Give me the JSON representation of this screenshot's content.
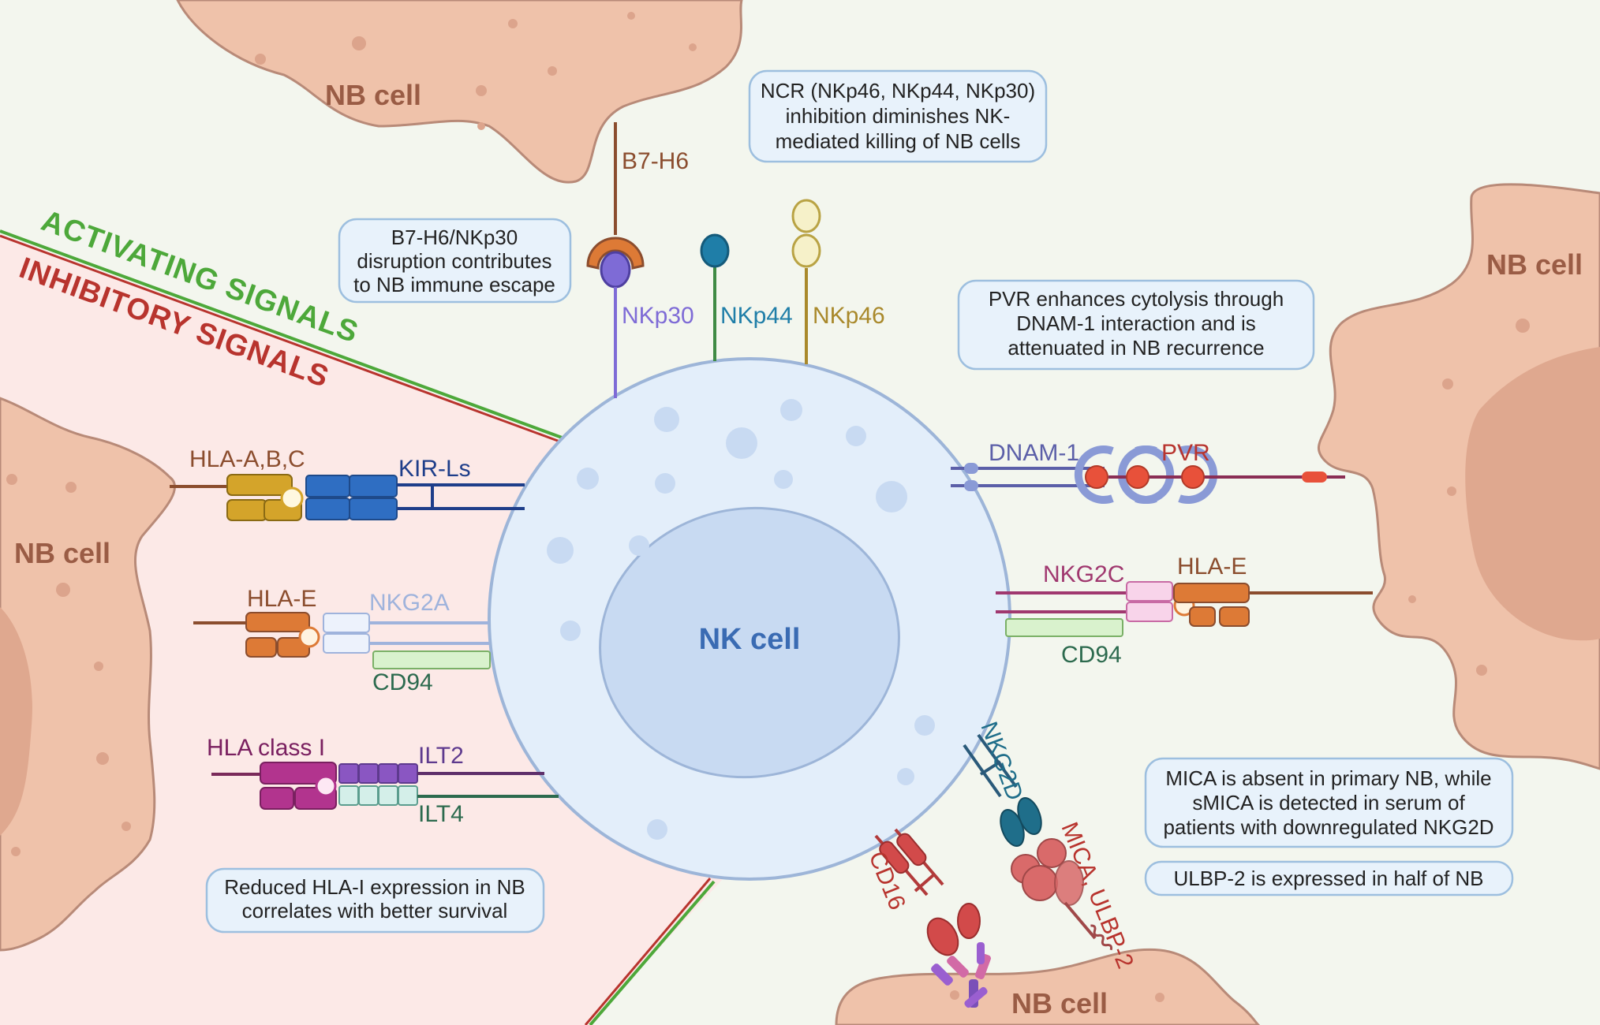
{
  "cells": {
    "nk": "NK cell",
    "nb_top": "NB cell",
    "nb_left": "NB cell",
    "nb_right": "NB cell",
    "nb_bottom": "NB cell"
  },
  "signals": {
    "activating": "ACTIVATING SIGNALS",
    "inhibitory": "INHIBITORY SIGNALS"
  },
  "receptors": {
    "b7h6": "B7-H6",
    "nkp30": "NKp30",
    "nkp44": "NKp44",
    "nkp46": "NKp46",
    "hla_abc": "HLA-A,B,C",
    "kir_ls": "KIR-Ls",
    "hla_e_left": "HLA-E",
    "nkg2a": "NKG2A",
    "cd94_left": "CD94",
    "hla_class1": "HLA class I",
    "ilt2": "ILT2",
    "ilt4": "ILT4",
    "dnam1": "DNAM-1",
    "pvr": "PVR",
    "nkg2c": "NKG2C",
    "hla_e_right": "HLA-E",
    "cd94_right": "CD94",
    "nkg2d": "NKG2D",
    "mica_ulbp2": "MICA, ULBP-2",
    "cd16": "CD16"
  },
  "notes": {
    "ncr": [
      "NCR (NKp46, NKp44, NKp30)",
      "inhibition diminishes NK-",
      "mediated killing of NB cells"
    ],
    "b7h6": [
      "B7-H6/NKp30",
      "disruption contributes",
      "to NB immune escape"
    ],
    "pvr": [
      "PVR enhances cytolysis through",
      "DNAM-1 interaction and is",
      "attenuated in NB recurrence"
    ],
    "mica": [
      "MICA is absent in primary NB, while",
      "sMICA is detected in serum of",
      "patients with downregulated NKG2D"
    ],
    "ulbp": [
      "ULBP-2 is expressed in half of NB"
    ],
    "hla": [
      "Reduced HLA-I expression in NB",
      "correlates with better survival"
    ]
  },
  "colors": {
    "activating": "#4da83a",
    "inhibitory": "#b8342e",
    "nb_cell": "#efc2aa",
    "nk_cell": "#e3eefa",
    "note_box": "#e8f2fb"
  }
}
